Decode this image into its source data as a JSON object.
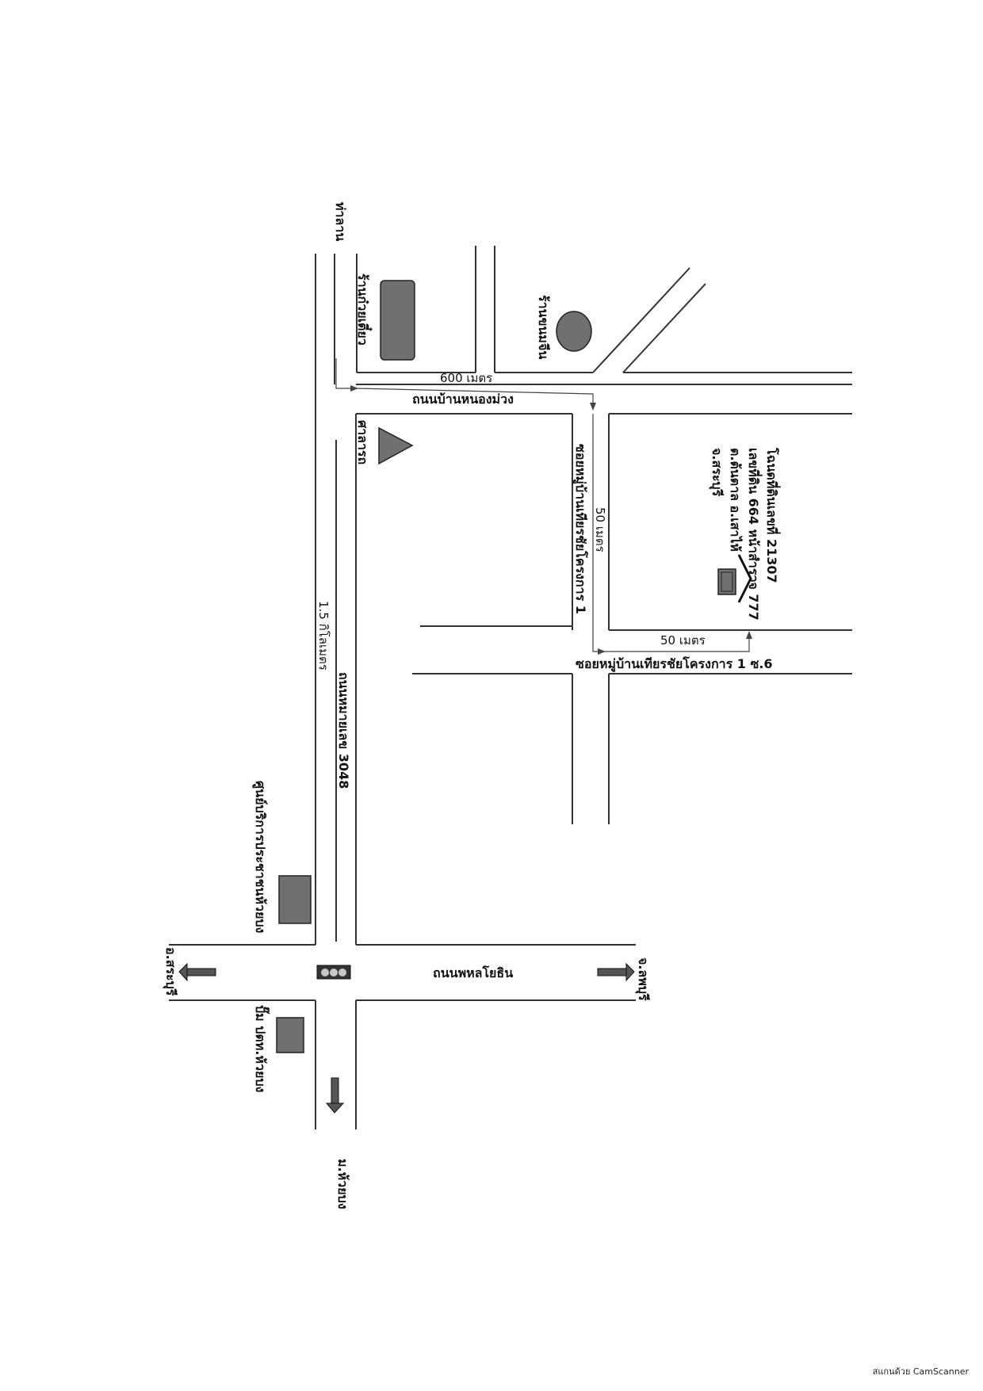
{
  "map": {
    "labels": {
      "tha_lan": "ท่าลาน",
      "ran_kuaitiao": "ร้านก๋วยเตี๋ยว",
      "ran_khanom": "ร้านขนมจีน",
      "dist_600": "600 เมตร",
      "road_nong_muang": "ถนนบ้านหนองม่วง",
      "sala_rot": "ศาลารถ",
      "soi_1": "ซอยหมู่บ้านเทียรชัยโครงการ 1",
      "dist_50_v": "50 เมตร",
      "land_title": "โฉนดที่ดินเลขที่ 21307",
      "land_no": "เลขที่ดิน 664 หน้าสำรวจ 777",
      "land_tambon": "ต.ต้นตาล อ.เสาไห้",
      "land_province": "จ.สระบุรี",
      "dist_50_h": "50 เมตร",
      "soi_1_6": "ซอยหมู่บ้านเทียรชัยโครงการ 1 ซ.6",
      "dist_1_5": "1.5 กิโลเมตร",
      "road_3048": "ถนนหมายเลข 3048",
      "service_center": "ศูนย์บริการประชาชนห้วยบง",
      "to_saraburi": "อ.สระบุรี",
      "road_phahon": "ถนนพหลโยธิน",
      "to_lopburi": "จ.ลพบุรี",
      "gas_station": "ปั๊ม ปตท.ห้วยบง",
      "to_huaibong": "ม.ห้วยบง"
    }
  },
  "footer": {
    "scanner": "สแกนด้วย CamScanner"
  },
  "colors": {
    "shape_fill": "#707070",
    "line": "#333333"
  }
}
